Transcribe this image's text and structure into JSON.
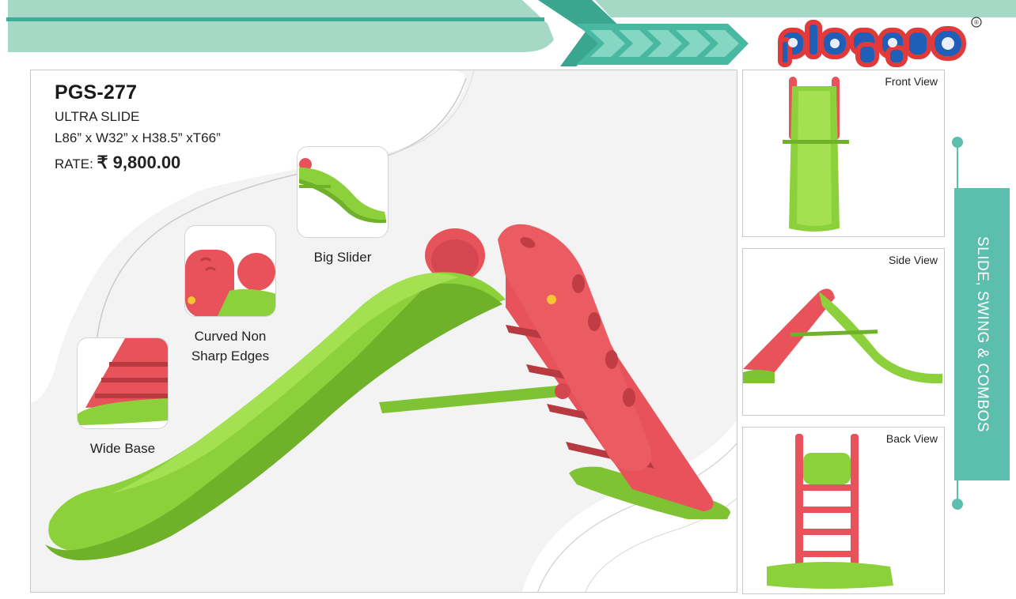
{
  "brand": {
    "name": "playgro",
    "registered_mark": "®"
  },
  "product": {
    "code": "PGS-277",
    "name": "ULTRA SLIDE",
    "dimensions": "L86” x W32” x H38.5” xT66”",
    "rate_label": "RATE:",
    "rate_value": "₹ 9,800.00"
  },
  "features": [
    {
      "label": "Big Slider"
    },
    {
      "label_line1": "Curved Non",
      "label_line2": "Sharp Edges"
    },
    {
      "label": "Wide Base"
    }
  ],
  "views": [
    {
      "label": "Front View"
    },
    {
      "label": "Side View"
    },
    {
      "label": "Back View"
    }
  ],
  "category": "SLIDE, SWING & COMBOS",
  "colors": {
    "slide_green": "#8cd13c",
    "slide_red": "#e8525a",
    "teal_accent": "#5cbfae",
    "header_green": "#a5d9c5"
  }
}
